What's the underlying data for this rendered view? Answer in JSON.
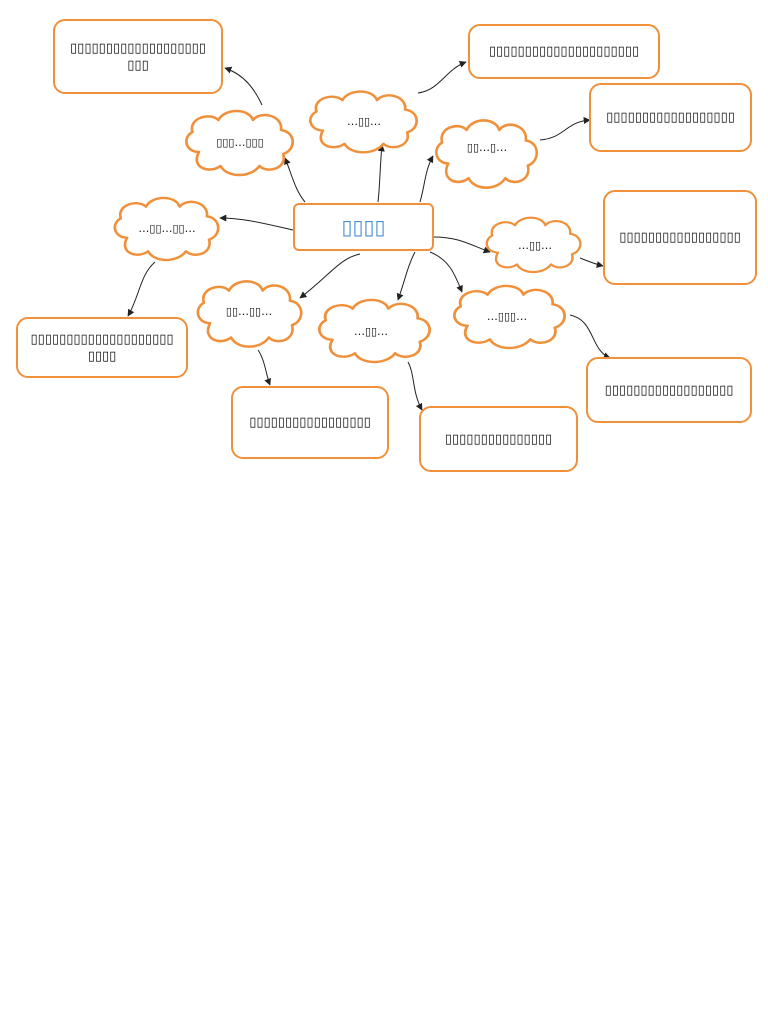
{
  "center": {
    "label": "▯▯▯▯"
  },
  "clouds": [
    {
      "id": "c1",
      "label": "▯▯▯…▯▯▯"
    },
    {
      "id": "c2",
      "label": "…▯▯…"
    },
    {
      "id": "c3",
      "label": "▯▯…▯…"
    },
    {
      "id": "c4",
      "label": "…▯▯…▯▯…"
    },
    {
      "id": "c5",
      "label": "…▯▯…"
    },
    {
      "id": "c6",
      "label": "▯▯…▯▯…"
    },
    {
      "id": "c7",
      "label": "…▯▯…"
    },
    {
      "id": "c8",
      "label": "…▯▯▯…"
    }
  ],
  "boxes": [
    {
      "id": "b1",
      "text": "▯▯▯▯▯▯▯▯▯▯▯▯▯▯▯▯▯▯▯▯▯▯"
    },
    {
      "id": "b2",
      "text": "▯▯▯▯▯▯▯▯▯▯▯▯▯▯▯▯▯▯▯▯▯"
    },
    {
      "id": "b3",
      "text": "▯▯▯▯▯▯▯▯▯▯▯▯▯▯▯▯▯▯"
    },
    {
      "id": "b4",
      "text": "▯▯▯▯▯▯▯▯▯▯▯▯▯▯▯▯▯▯▯▯▯▯▯▯"
    },
    {
      "id": "b5",
      "text": "▯▯▯▯▯▯▯▯▯▯▯▯▯▯▯▯▯"
    },
    {
      "id": "b6",
      "text": "▯▯▯▯▯▯▯▯▯▯▯▯▯▯▯▯▯"
    },
    {
      "id": "b7",
      "text": "▯▯▯▯▯▯▯▯▯▯▯▯▯▯▯"
    },
    {
      "id": "b8",
      "text": "▯▯▯▯▯▯▯▯▯▯▯▯▯▯▯▯▯▯"
    }
  ],
  "colors": {
    "border": "#f0903a",
    "center_text": "#4a8ed6",
    "arrow": "#222222"
  }
}
